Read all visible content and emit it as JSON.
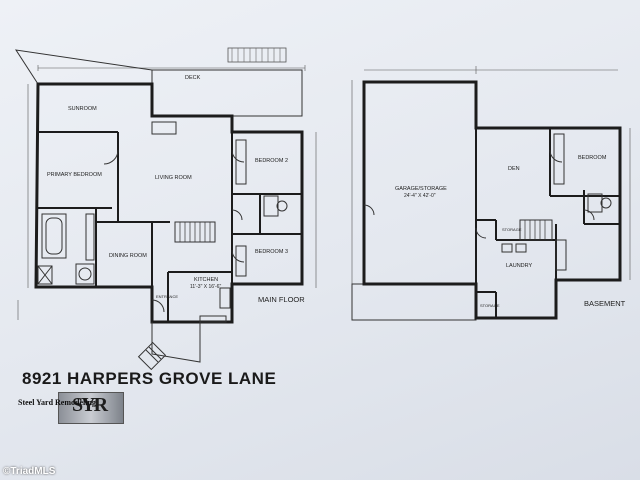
{
  "main_floor": {
    "label": "MAIN FLOOR",
    "rooms": {
      "deck": "DECK",
      "sunroom": "SUNROOM",
      "primary_bedroom": "PRIMARY BEDROOM",
      "living_room": "LIVING ROOM",
      "bedroom2": "BEDROOM 2",
      "bedroom3": "BEDROOM 3",
      "dining_room": "DINING ROOM",
      "kitchen": "KITCHEN",
      "kitchen_size": "11'-3\" X 16'-6\"",
      "entrance": "ENTRANCE"
    }
  },
  "basement": {
    "label": "BASEMENT",
    "rooms": {
      "garage": "GARAGE/STORAGE",
      "garage_size": "24'-4\" X 42'-0\"",
      "den": "DEN",
      "bedroom": "BEDROOM",
      "storage1": "STORAGE",
      "laundry": "LAUNDRY",
      "storage2": "STORAGE"
    }
  },
  "address": "8921 HARPERS GROVE LANE",
  "logo": {
    "name": "Steel Yard Remodeling",
    "mark": "SYR"
  },
  "watermark": "©TriadMLS"
}
